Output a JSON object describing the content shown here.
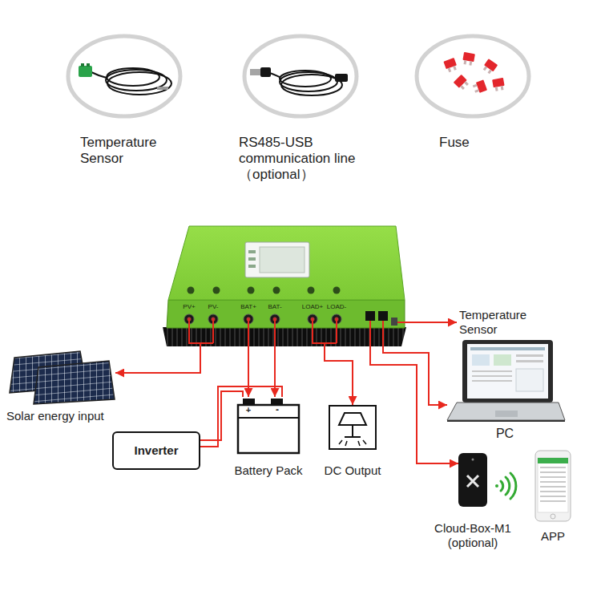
{
  "diagram": {
    "nodes": [
      {
        "text": [
          "Temperature Sensor"
        ]
      },
      {
        "text": [
          "RS485-USB communication line （optional）"
        ]
      },
      {
        "text": [
          "Fuse"
        ]
      },
      {
        "text": [
          "PV+",
          "PV-",
          "BAT+",
          "BAT-",
          "LOAD+",
          "LOAD-"
        ]
      },
      {
        "text": [
          "Temperature Sensor"
        ]
      },
      {
        "text": [
          "Solar energy input"
        ]
      },
      {
        "text": [
          "PC"
        ]
      },
      {
        "text": [
          "Inverter"
        ]
      },
      {
        "text": [
          "Battery Pack"
        ]
      },
      {
        "text": [
          "DC Output"
        ]
      },
      {
        "text": [
          "Cloud-Box-M1 (optional)"
        ]
      },
      {
        "text": [
          "APP"
        ]
      }
    ],
    "edges": [
      {
        "from": 3,
        "to": 5,
        "arrow": "to"
      },
      {
        "from": 3,
        "to": 8,
        "arrow": "to"
      },
      {
        "from": 3,
        "to": 8,
        "arrow": "to"
      },
      {
        "from": 3,
        "to": 9,
        "arrow": "to"
      },
      {
        "from": 3,
        "to": 4,
        "arrow": "to"
      },
      {
        "from": 3,
        "to": 6,
        "arrow": "to"
      },
      {
        "from": 3,
        "to": 10,
        "arrow": "to"
      },
      {
        "from": 7,
        "to": 8,
        "arrow": "none"
      },
      {
        "from": 7,
        "to": 8,
        "arrow": "none"
      }
    ],
    "labels": [
      "+",
      "-"
    ]
  }
}
